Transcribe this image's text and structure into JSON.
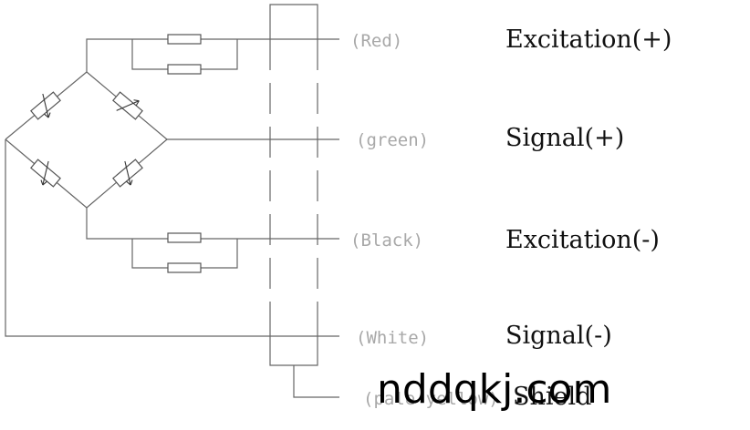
{
  "rows": [
    {
      "color_label": "(Red)",
      "function_label": "Excitation(+)"
    },
    {
      "color_label": "(green)",
      "function_label": "Signal(+)"
    },
    {
      "color_label": "(Black)",
      "function_label": "Excitation(-)"
    },
    {
      "color_label": "(White)",
      "function_label": "Signal(-)"
    },
    {
      "color_label": "(pale yellow)",
      "function_label": "Shield"
    }
  ],
  "watermark": "nddqkj.com"
}
